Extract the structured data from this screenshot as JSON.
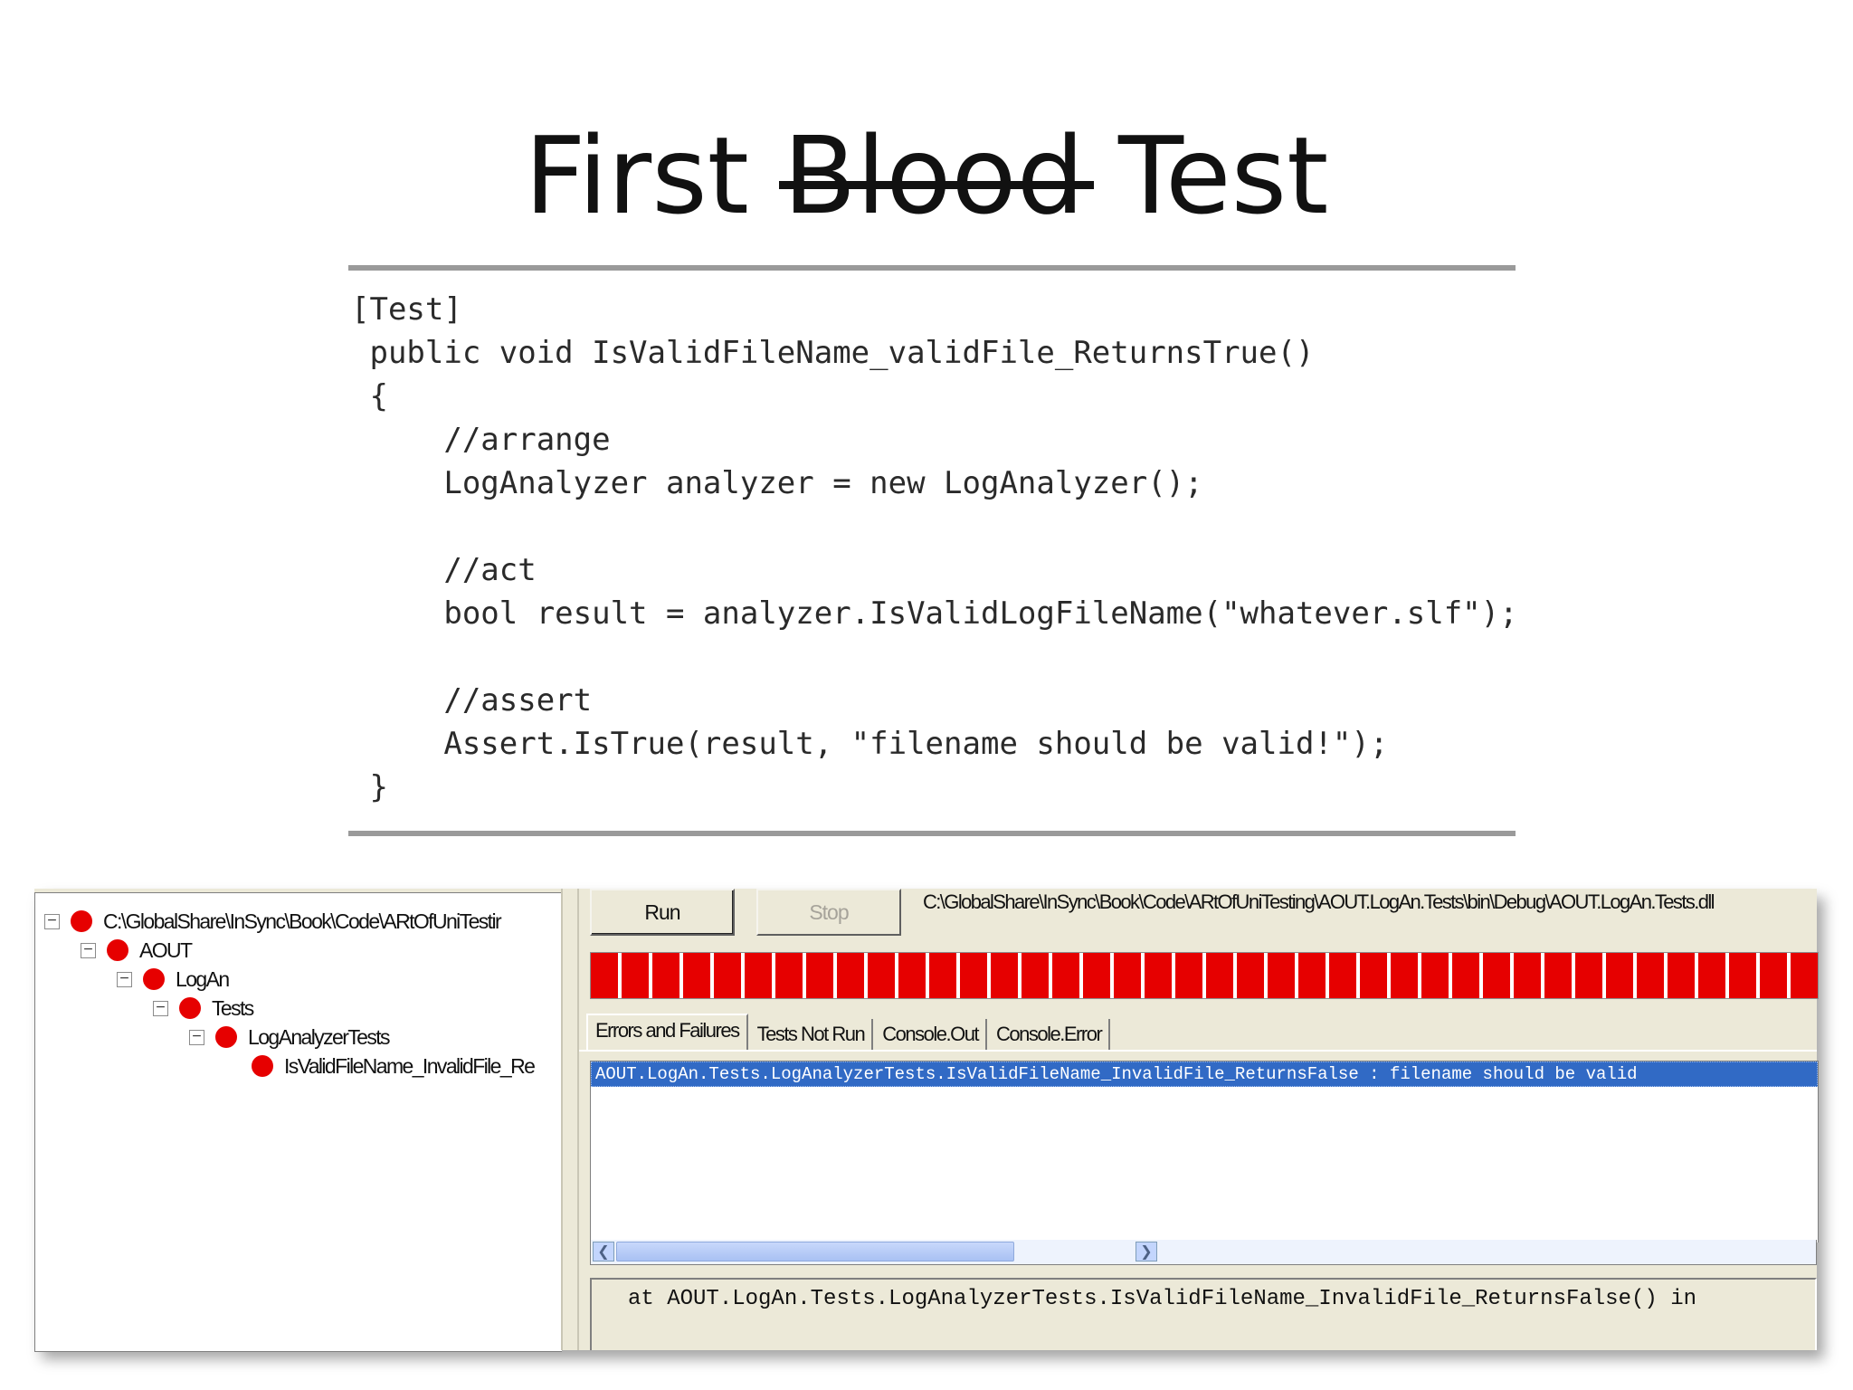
{
  "slide": {
    "title_first": "First",
    "title_struck": "Blood",
    "title_last": "Test"
  },
  "code": {
    "lines": [
      "[Test]",
      " public void IsValidFileName_validFile_ReturnsTrue()",
      " {",
      "     //arrange",
      "     LogAnalyzer analyzer = new LogAnalyzer();",
      "",
      "     //act",
      "     bool result = analyzer.IsValidLogFileName(\"whatever.slf\");",
      "",
      "     //assert",
      "     Assert.IsTrue(result, \"filename should be valid!\");",
      " }"
    ]
  },
  "runner": {
    "tree": [
      {
        "label": "C:\\GlobalShare\\InSync\\Book\\Code\\ARtOfUniTestir",
        "status": "failed",
        "depth": 0
      },
      {
        "label": "AOUT",
        "status": "failed",
        "depth": 1
      },
      {
        "label": "LogAn",
        "status": "failed",
        "depth": 2
      },
      {
        "label": "Tests",
        "status": "failed",
        "depth": 3
      },
      {
        "label": "LogAnalyzerTests",
        "status": "failed",
        "depth": 4
      },
      {
        "label": "IsValidFileName_InvalidFile_Re",
        "status": "failed",
        "depth": 5
      }
    ],
    "run_label": "Run",
    "stop_label": "Stop",
    "assembly_path": "C:\\GlobalShare\\InSync\\Book\\Code\\ARtOfUniTesting\\AOUT.LogAn.Tests\\bin\\Debug\\AOUT.LogAn.Tests.dll",
    "progress_fraction": 1.0,
    "status_color": "#e60000",
    "tabs": [
      "Errors and Failures",
      "Tests Not Run",
      "Console.Out",
      "Console.Error"
    ],
    "active_tab": "Errors and Failures",
    "error_line": "AOUT.LogAn.Tests.LogAnalyzerTests.IsValidFileName_InvalidFile_ReturnsFalse : filename should be valid",
    "stack_trace": "at AOUT.LogAn.Tests.LogAnalyzerTests.IsValidFileName_InvalidFile_ReturnsFalse() in"
  }
}
